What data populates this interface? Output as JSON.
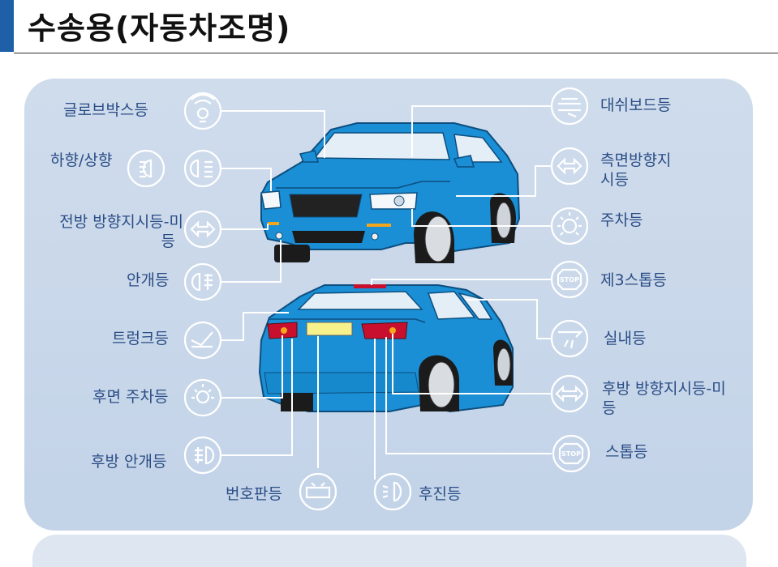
{
  "title": "수송용(자동차조명)",
  "colors": {
    "accent": "#1f5fa8",
    "label": "#2a4d85",
    "car": "#1a8fd6",
    "panel": "#c9d7ea"
  },
  "labels": {
    "glovebox": "글로브박스등",
    "low_high": "하향/상향",
    "front_turn": "전방 방향지시등-미",
    "front_turn2": "등",
    "fog": "안개등",
    "trunk": "트렁크등",
    "rear_position": "후면 주차등",
    "rear_fog": "후방 안개등",
    "plate": "번호판등",
    "reverse": "후진등",
    "dashboard": "대쉬보드등",
    "side_turn": "측면방향지",
    "side_turn2": "시등",
    "parking": "주차등",
    "third_brake": "제3스톱등",
    "interior": "실내등",
    "rear_turn": "후방 방향지시등-미",
    "rear_turn2": "등",
    "stop": "스톱등"
  },
  "icons": [
    "glovebox-icon",
    "headlamp-icon",
    "headlamp-icon",
    "turn-signal-icon",
    "fog-lamp-icon",
    "trunk-lamp-icon",
    "rear-parking-icon",
    "rear-fog-icon",
    "plate-lamp-icon",
    "reverse-lamp-icon",
    "dashboard-icon",
    "side-turn-icon",
    "parking-lamp-icon",
    "stop-icon",
    "interior-lamp-icon",
    "turn-signal-icon",
    "stop-icon"
  ]
}
